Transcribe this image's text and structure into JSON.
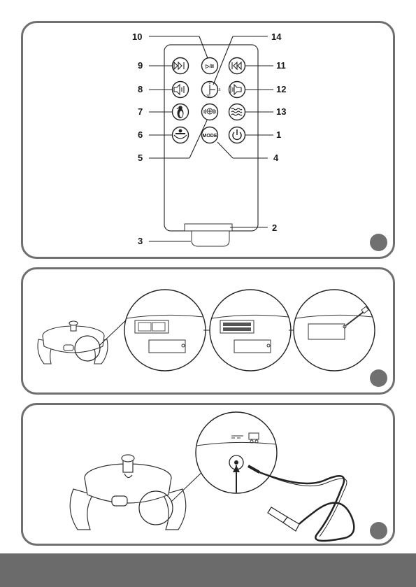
{
  "remote": {
    "callouts": {
      "c1": "1",
      "c2": "2",
      "c3": "3",
      "c4": "4",
      "c5": "5",
      "c6": "6",
      "c7": "7",
      "c8": "8",
      "c9": "9",
      "c10": "10",
      "c11": "11",
      "c12": "12",
      "c13": "13",
      "c14": "14"
    },
    "play_pause_label": "▷/II",
    "mode_label": "MODE",
    "timer_marks": {
      "top": "0",
      "right": "15",
      "bottom": "30"
    }
  },
  "icons": {
    "next": "next-track-icon",
    "previous": "previous-track-icon",
    "volume_down": "volume-down-icon",
    "volume_up": "volume-up-icon",
    "penguin": "penguin-icon",
    "wave": "wave-sound-icon",
    "power": "power-icon",
    "vibration": "vibration-icon",
    "rocking": "rocking-icon",
    "timer": "timer-icon"
  }
}
